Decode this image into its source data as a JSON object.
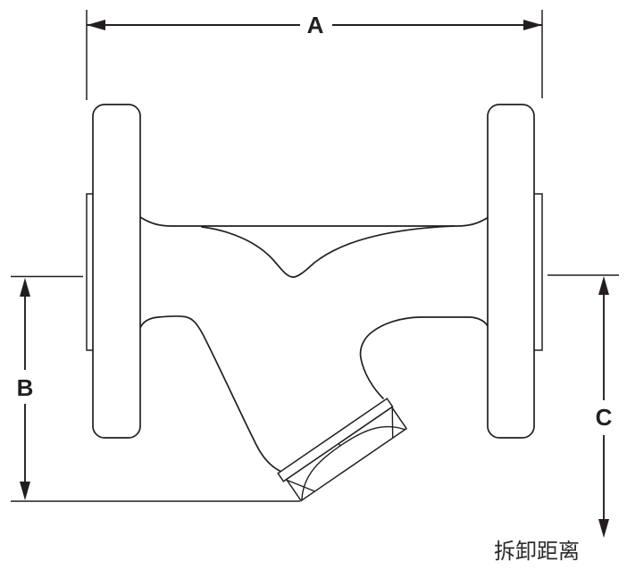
{
  "diagram": {
    "dimensions": {
      "a_label": "A",
      "b_label": "B",
      "c_label": "C"
    },
    "annotation": {
      "c_note": "拆卸距离"
    },
    "colors": {
      "line": "#231f20",
      "background": "#ffffff"
    }
  }
}
